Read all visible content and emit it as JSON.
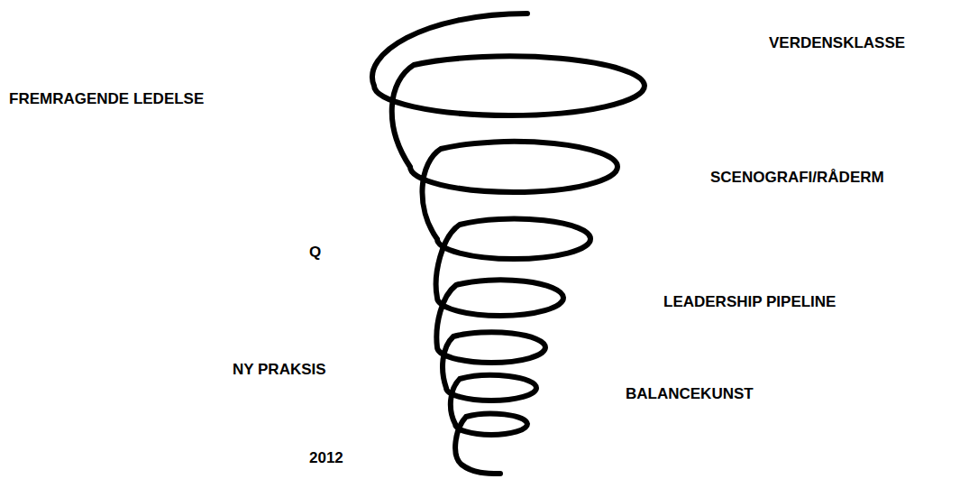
{
  "diagram": {
    "labels": [
      "VERDENSKLASSE",
      "FREMRAGENDE LEDELSE",
      "SCENOGRAFI/RÅDERM",
      "Q",
      "LEADERSHIP PIPELINE",
      "NY PRAKSIS",
      "BALANCEKUNST",
      "2012"
    ]
  }
}
